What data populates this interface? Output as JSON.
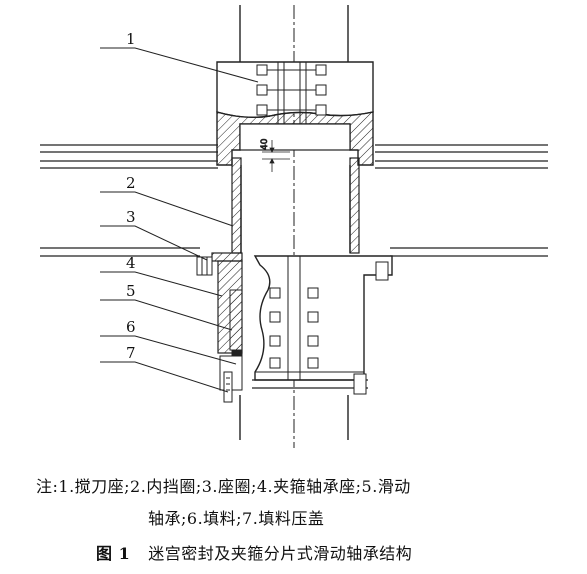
{
  "figure": {
    "labels": [
      "1",
      "2",
      "3",
      "4",
      "5",
      "6",
      "7"
    ],
    "dimension": "40"
  },
  "caption": {
    "note_line1": "注:1.搅刀座;2.内挡圈;3.座圈;4.夹箍轴承座;5.滑动",
    "note_line2": "轴承;6.填料;7.填料压盖",
    "figure_number": "图 1",
    "figure_title": "迷宫密封及夹箍分片式滑动轴承结构"
  }
}
